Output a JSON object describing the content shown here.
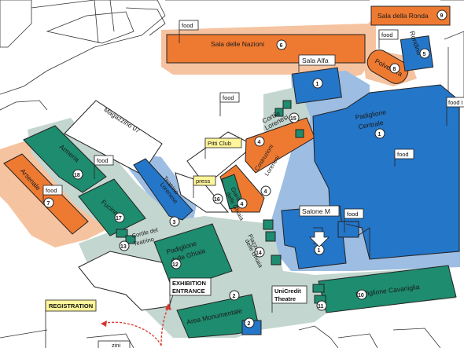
{
  "colors": {
    "orange": "#ee7a32",
    "orange_halo": "#f6c3a0",
    "green": "#1e8c6e",
    "green_halo": "#c3d6cf",
    "blue": "#2476c8",
    "blue_halo": "#9dbde2",
    "yellow_tag": "#fff59a",
    "arrow_red": "#d9342b"
  },
  "halls": {
    "sala_nazioni": "Sala delle Nazioni",
    "sala_ronda": "Sala della Ronda",
    "sala_alfa": "Sala Alfa",
    "rondino": "Rondino",
    "polveriera": "Polveriera",
    "magazzino": "Magazzino 07",
    "cortile_lorenesi": "Cortile Lorenesi",
    "padiglione_centrale": "Padiglione Centrale",
    "armeria": "Armeria",
    "arsenale": "Arsenale",
    "fucina": "Fucina",
    "teatrino_lorenese": "Teatrino Lorenese",
    "costruzioni_lorenesi": "Costruzioni Lorenesi",
    "giardino_ghiaia": "Giardino delle Ghiaia",
    "piazzale_ghiaia": "Piazzale delle Ghiaia",
    "cortile_teatrino": "Cortile del Teatrino",
    "padiglione_ghiaia": "Padiglione delle Ghiaia",
    "salone_m": "Salone M",
    "padiglione_cavaniglia": "Padiglione Cavaniglia",
    "area_monumentale": "Area Monumentale"
  },
  "tags": {
    "food": "food",
    "pitti_club": "Pitti Club",
    "press": "press",
    "exhibition": "EXHIBITION",
    "entrance": "ENTRANCE",
    "unicredit": "UniCredit",
    "theatre": "Theatre",
    "registration": "REGISTRATION",
    "food_cut": "food I"
  },
  "numbers": [
    "1",
    "2",
    "3",
    "4",
    "5",
    "6",
    "7",
    "8",
    "9",
    "10",
    "11",
    "12",
    "13",
    "14",
    "15",
    "16",
    "17",
    "18"
  ],
  "misc": {
    "cut_label": "zini"
  }
}
